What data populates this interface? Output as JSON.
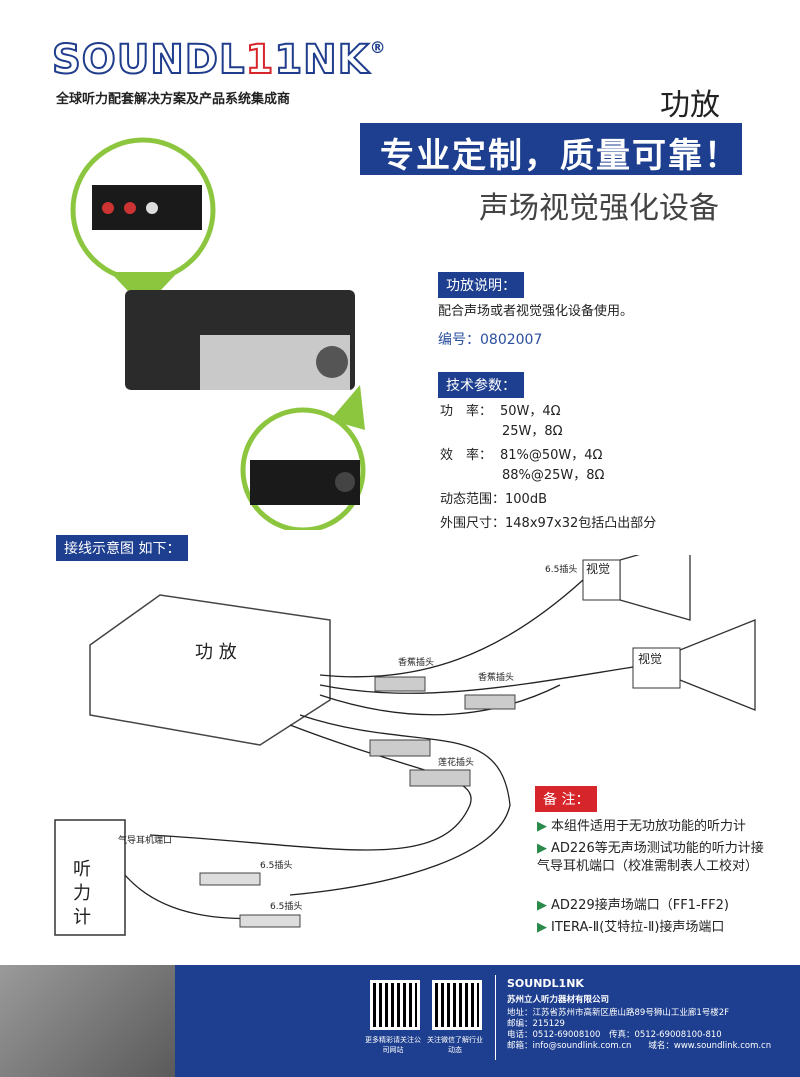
{
  "header": {
    "logo_left": "SOUNDL",
    "logo_mid": "1",
    "logo_right": "1NK",
    "logo_reg": "®",
    "tagline": "全球听力配套解决方案及产品系统集成商",
    "product_title": "功放",
    "slogan": "专业定制，质量可靠！",
    "subtitle": "声场视觉强化设备"
  },
  "description": {
    "label": "功放说明：",
    "text": "配合声场或者视觉强化设备使用。",
    "code": "编号：0802007"
  },
  "specs": {
    "label": "技术参数：",
    "power_key": "功　率：",
    "power_1": "50W，4Ω",
    "power_2": "25W，8Ω",
    "eff_key": "效　率：",
    "eff_1": "81%@50W，4Ω",
    "eff_2": "88%@25W，8Ω",
    "dynamic": "动态范围：100dB",
    "size": "外围尺寸：148x97x32包括凸出部分"
  },
  "wiring": {
    "label": "接线示意图 如下：",
    "amp_label": "功 放",
    "plug_65_top": "6.5插头",
    "visual_1": "视觉",
    "visual_2": "视觉",
    "banana_1": "香蕉插头",
    "banana_2": "香蕉插头",
    "rca": "莲花插头",
    "air_port": "气导耳机端口",
    "plug_65_a": "6.5插头",
    "plug_65_b": "6.5插头",
    "audiometer": "听力计"
  },
  "notes": {
    "label": "备 注：",
    "items": [
      "本组件适用于无功放功能的听力计",
      "AD226等无声场测试功能的听力计接气导耳机端口（校准需制表人工校对）",
      "AD229接声场端口（FF1-FF2)",
      "ITERA-Ⅱ(艾特拉-Ⅱ)接声场端口"
    ]
  },
  "footer": {
    "qr1_caption": "更多精彩请关注公司网站",
    "qr2_caption": "关注微信了解行业动态",
    "brand": "SOUNDL1NK",
    "company": "苏州立人听力器材有限公司",
    "address": "地址：江苏省苏州市高新区鹿山路89号狮山工业廊1号楼2F",
    "postcode": "邮编：215129",
    "phone": "电话：0512-69008100　传真：0512-69008100-810",
    "email": "邮箱：info@soundlink.com.cn　　域名：www.soundlink.com.cn"
  },
  "colors": {
    "brand_blue": "#1e3f8f",
    "brand_red": "#d6262b",
    "circle_green": "#8cc63f"
  }
}
